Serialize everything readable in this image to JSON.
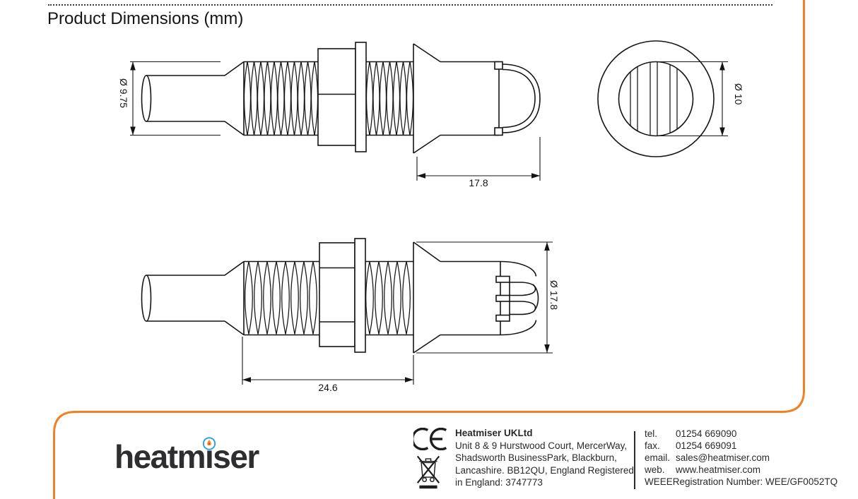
{
  "page": {
    "title": "Product Dimensions (mm)"
  },
  "colors": {
    "accent": "#ef8227"
  },
  "drawings": {
    "side_view_top": {
      "cable_diameter": "Ø 9.75",
      "head_length": "17.8"
    },
    "front_view": {
      "sensor_diameter": "Ø 10"
    },
    "side_view_bottom": {
      "thread_length": "24.6",
      "head_diameter": "Ø 17.8"
    }
  },
  "footer": {
    "logo": {
      "prefix": "heatm",
      "dotless_i": "ı",
      "suffix": "ser"
    },
    "icons": {
      "ce": "ce-mark-icon",
      "weee": "weee-bin-icon",
      "flame": "flame-icon"
    },
    "company": {
      "name": "Heatmiser UKLtd",
      "lines": [
        "Unit 8 & 9 Hurstwood Court, MercerWay,",
        "Shadsworth BusinessPark, Blackburn,",
        "Lancashire. BB12QU, England Registered",
        "in England: 3747773"
      ]
    },
    "contact": {
      "tel": {
        "label": "tel.",
        "value": "01254 669090"
      },
      "fax": {
        "label": "fax.",
        "value": "01254 669091"
      },
      "email": {
        "label": "email.",
        "value": "sales@heatmiser.com"
      },
      "web": {
        "label": "web.",
        "value": "www.heatmiser.com"
      },
      "weee_registration": "WEEERegistration Number: WEE/GF0052TQ"
    }
  }
}
